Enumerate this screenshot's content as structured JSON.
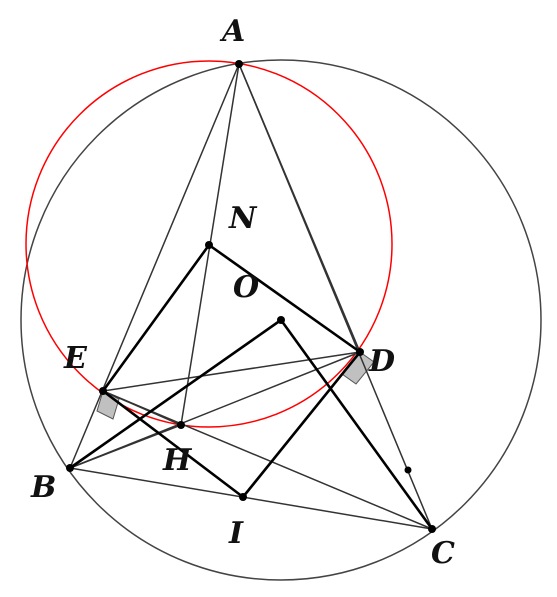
{
  "diagram": {
    "labels": {
      "A": "A",
      "B": "B",
      "C": "C",
      "D": "D",
      "E": "E",
      "H": "H",
      "I": "I",
      "N": "N",
      "O": "O"
    },
    "colors": {
      "stroke": "#000000",
      "thin_line": "#333333",
      "circle": "#444444",
      "red_circle": "#ff0000",
      "right_angle_fill": "#c0c0c0"
    }
  }
}
